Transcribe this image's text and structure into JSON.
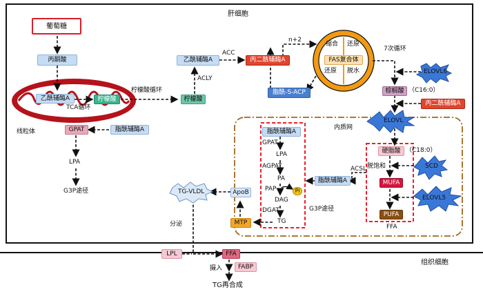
{
  "labels": {
    "liver_cell": "肝细胞",
    "tissue_cell": "组织细胞",
    "er": "内质网",
    "mito": "线粒体",
    "glucose": "葡萄糖",
    "pyruvate": "丙酮酸",
    "acetyl_coa_mito": "乙酰辅酶A",
    "citrate_mito": "柠檬酸",
    "tca": "TCA循环",
    "gpat_left": "GPAT",
    "acyl_coa_left": "脂酰辅酶A",
    "lpa_left": "LPA",
    "g3p_left": "G3P途径",
    "citrate_cycle": "柠檬酸循环",
    "citrate_out": "柠檬酸",
    "acly": "ACLY",
    "acetyl_coa": "乙酰辅酶A",
    "acc": "ACC",
    "malonyl_coa_top": "丙二酰辅酶A",
    "n_plus_2": "n+2",
    "fas_complex": "FAS复合体",
    "condense": "缩合",
    "reduce1": "还原",
    "reduce2": "还原",
    "dehydrate": "脱水",
    "acyl_acp": "脂酰-S-ACP",
    "seven_cycles": "7次循环",
    "elovl6": "ELOVL6",
    "palmitate": "棕榈酸",
    "c16": "（C16:0）",
    "malonyl_coa_right": "丙二酰辅酶A",
    "elovl": "ELOVL",
    "stearate": "硬脂酸",
    "c18": "（C18:0）",
    "desaturation": "脱饱和",
    "scd": "SCD",
    "mufa": "MUFA",
    "elovl5": "ELOVL5",
    "pufa": "PUFA",
    "ffa_er": "FFA",
    "acsl": "ACSL",
    "acyl_coa_er": "脂酰辅酶A",
    "acyl_coa_g3p": "脂酰辅酶A",
    "gpat": "GPAT",
    "lpa": "LPA",
    "agpat": "AGPAT",
    "pa": "PA",
    "pap": "PAP",
    "pi": "Pi",
    "dag": "DAG",
    "dgat": "DGAT",
    "tg": "TG",
    "g3p_path": "G3P途径",
    "apob": "ApoB",
    "mtp": "MTP",
    "tg_vldl": "TG-VLDL",
    "secretion": "分泌",
    "lpl": "LPL",
    "ffa_bottom": "FFA",
    "fabp": "FABP",
    "uptake": "摄入",
    "tg_resynth": "TG再合成"
  },
  "colors": {
    "cell_border": "#111111",
    "er_border": "#a0661a",
    "dashed_box": "#e8202a",
    "fas_ring": "#f39a12",
    "mito_outer": "#b5121b"
  }
}
